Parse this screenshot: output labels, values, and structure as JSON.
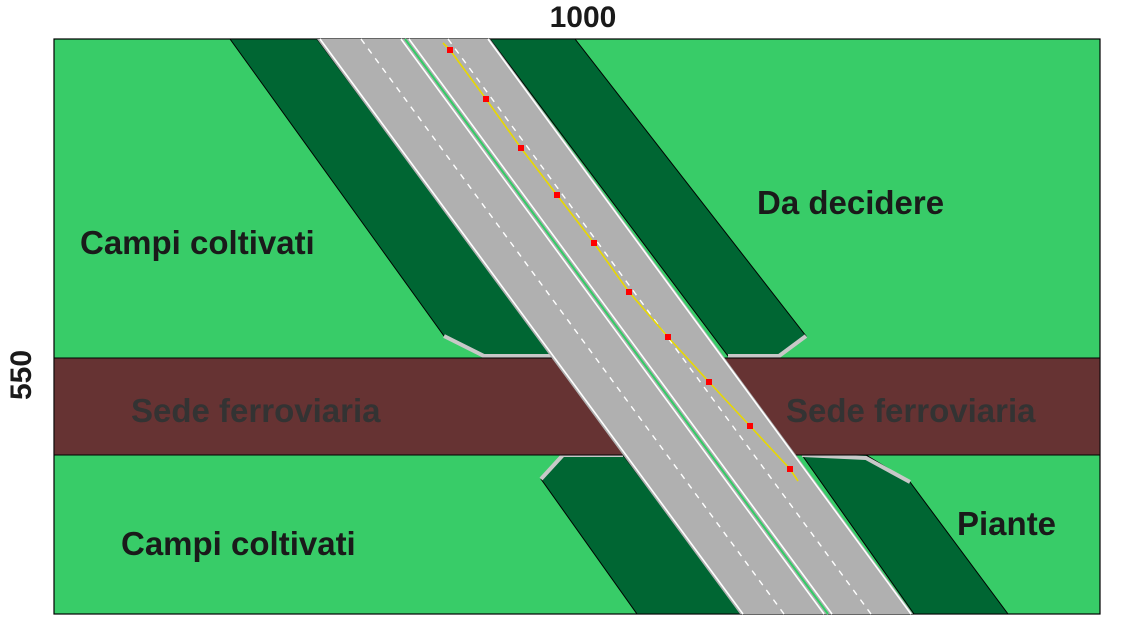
{
  "dimensions": {
    "width_label": "1000",
    "height_label": "550"
  },
  "zones": {
    "top_left": "Campi coltivati",
    "top_right": "Da decidere",
    "railway_left": "Sede ferroviaria",
    "railway_right": "Sede ferroviaria",
    "bottom_left": "Campi coltivati",
    "bottom_right": "Piante"
  },
  "colors": {
    "field": "#38cc68",
    "embankment": "#006633",
    "railway": "#663333",
    "road": "#b0b0b0",
    "railway_text": "#333333",
    "label_text": "#1a1a1a",
    "alignment_line": "#e8d800",
    "survey_point": "#ff0000",
    "median_line": "#33cc66"
  }
}
